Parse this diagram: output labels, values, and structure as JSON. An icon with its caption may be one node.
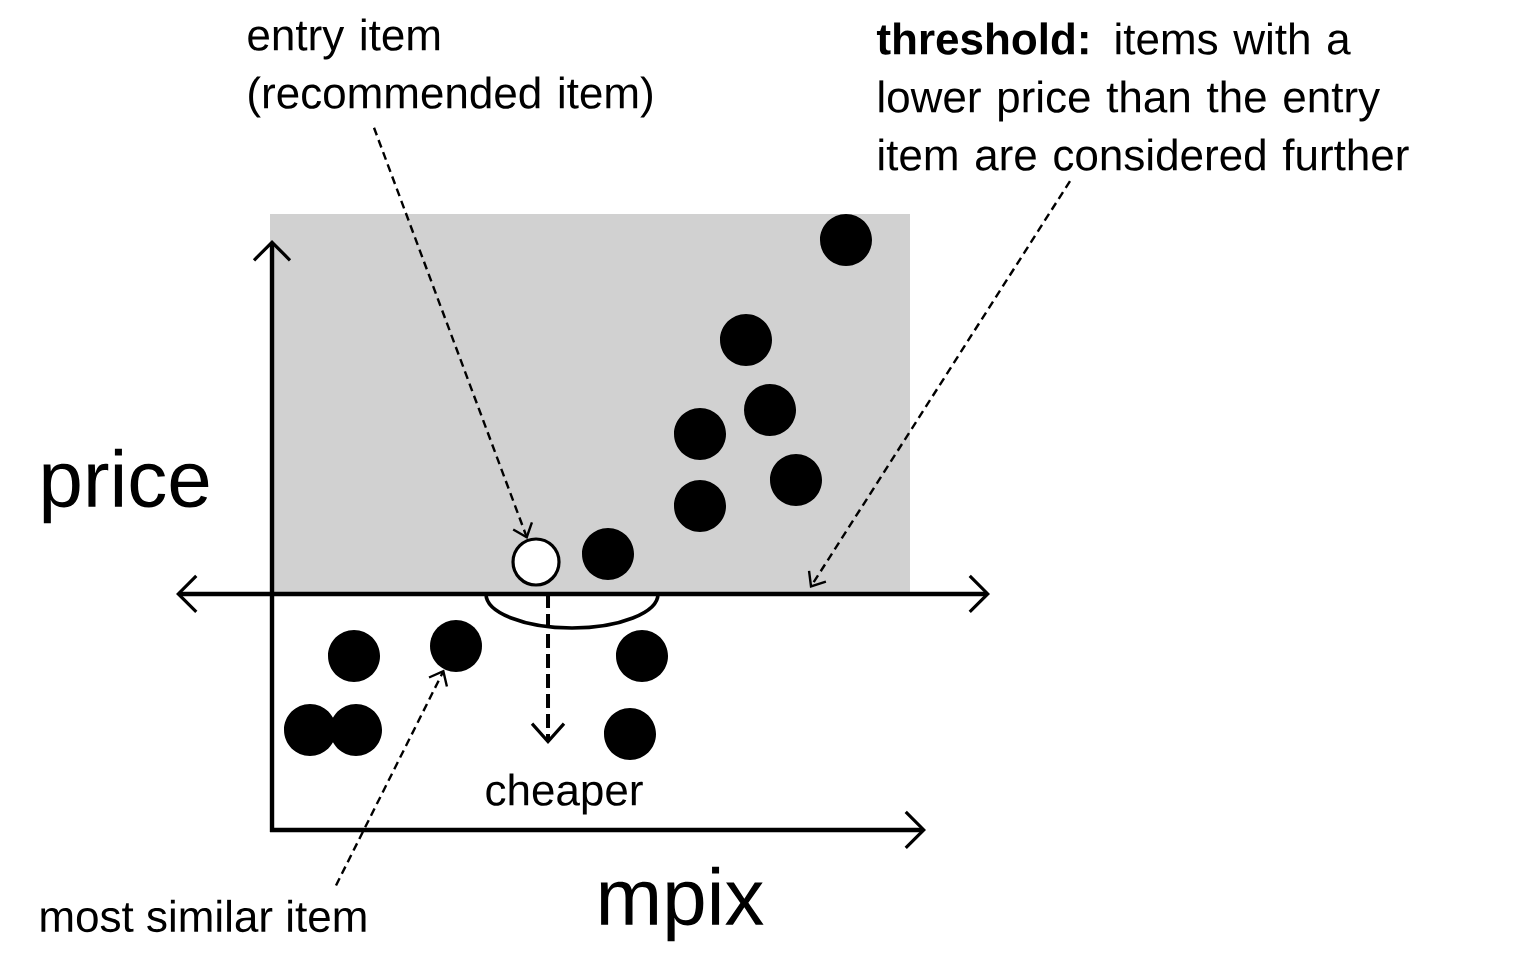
{
  "diagram": {
    "nodes": [
      {
        "text": [
          "entry item (recommended item)"
        ]
      },
      {
        "text": [
          "**threshold:** items with a lower price than the entry item are considered further"
        ]
      },
      {
        "text": [
          "most similar item"
        ]
      },
      {
        "text": [],
        "shape": "circle"
      },
      {
        "text": [],
        "shape": "circle"
      }
    ],
    "edges": [
      {
        "from": 0,
        "to": 3,
        "arrow": "to",
        "style": "dashed"
      },
      {
        "from": 1,
        "to": null,
        "arrow": "to",
        "style": "dashed"
      },
      {
        "from": 2,
        "to": 4,
        "arrow": "to",
        "style": "dashed"
      }
    ],
    "labels": [
      "price",
      "cheaper",
      "mpix"
    ]
  }
}
